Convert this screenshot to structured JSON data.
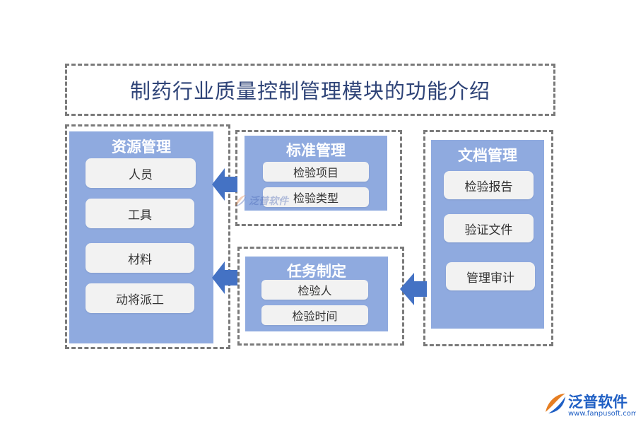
{
  "title": "制药行业质量控制管理模块的功能介绍",
  "resource": {
    "title": "资源管理",
    "items": [
      "人员",
      "工具",
      "材料",
      "动将派工"
    ]
  },
  "standard": {
    "title": "标准管理",
    "items": [
      "检验项目",
      "检验类型"
    ]
  },
  "task": {
    "title": "任务制定",
    "items": [
      "检验人",
      "检验时间"
    ]
  },
  "document": {
    "title": "文档管理",
    "items": [
      "检验报告",
      "验证文件",
      "管理审计"
    ]
  },
  "watermark": {
    "name": "泛普软件"
  },
  "logo": {
    "name": "泛普软件",
    "url": "www.fanpusoft.com"
  },
  "colors": {
    "panel": "#8faadf",
    "item": "#f2f2f2",
    "arrow": "#4472c4",
    "title": "#2f4478",
    "dashed_border": "#7a7a7a",
    "logo": "#1f5fc4"
  }
}
